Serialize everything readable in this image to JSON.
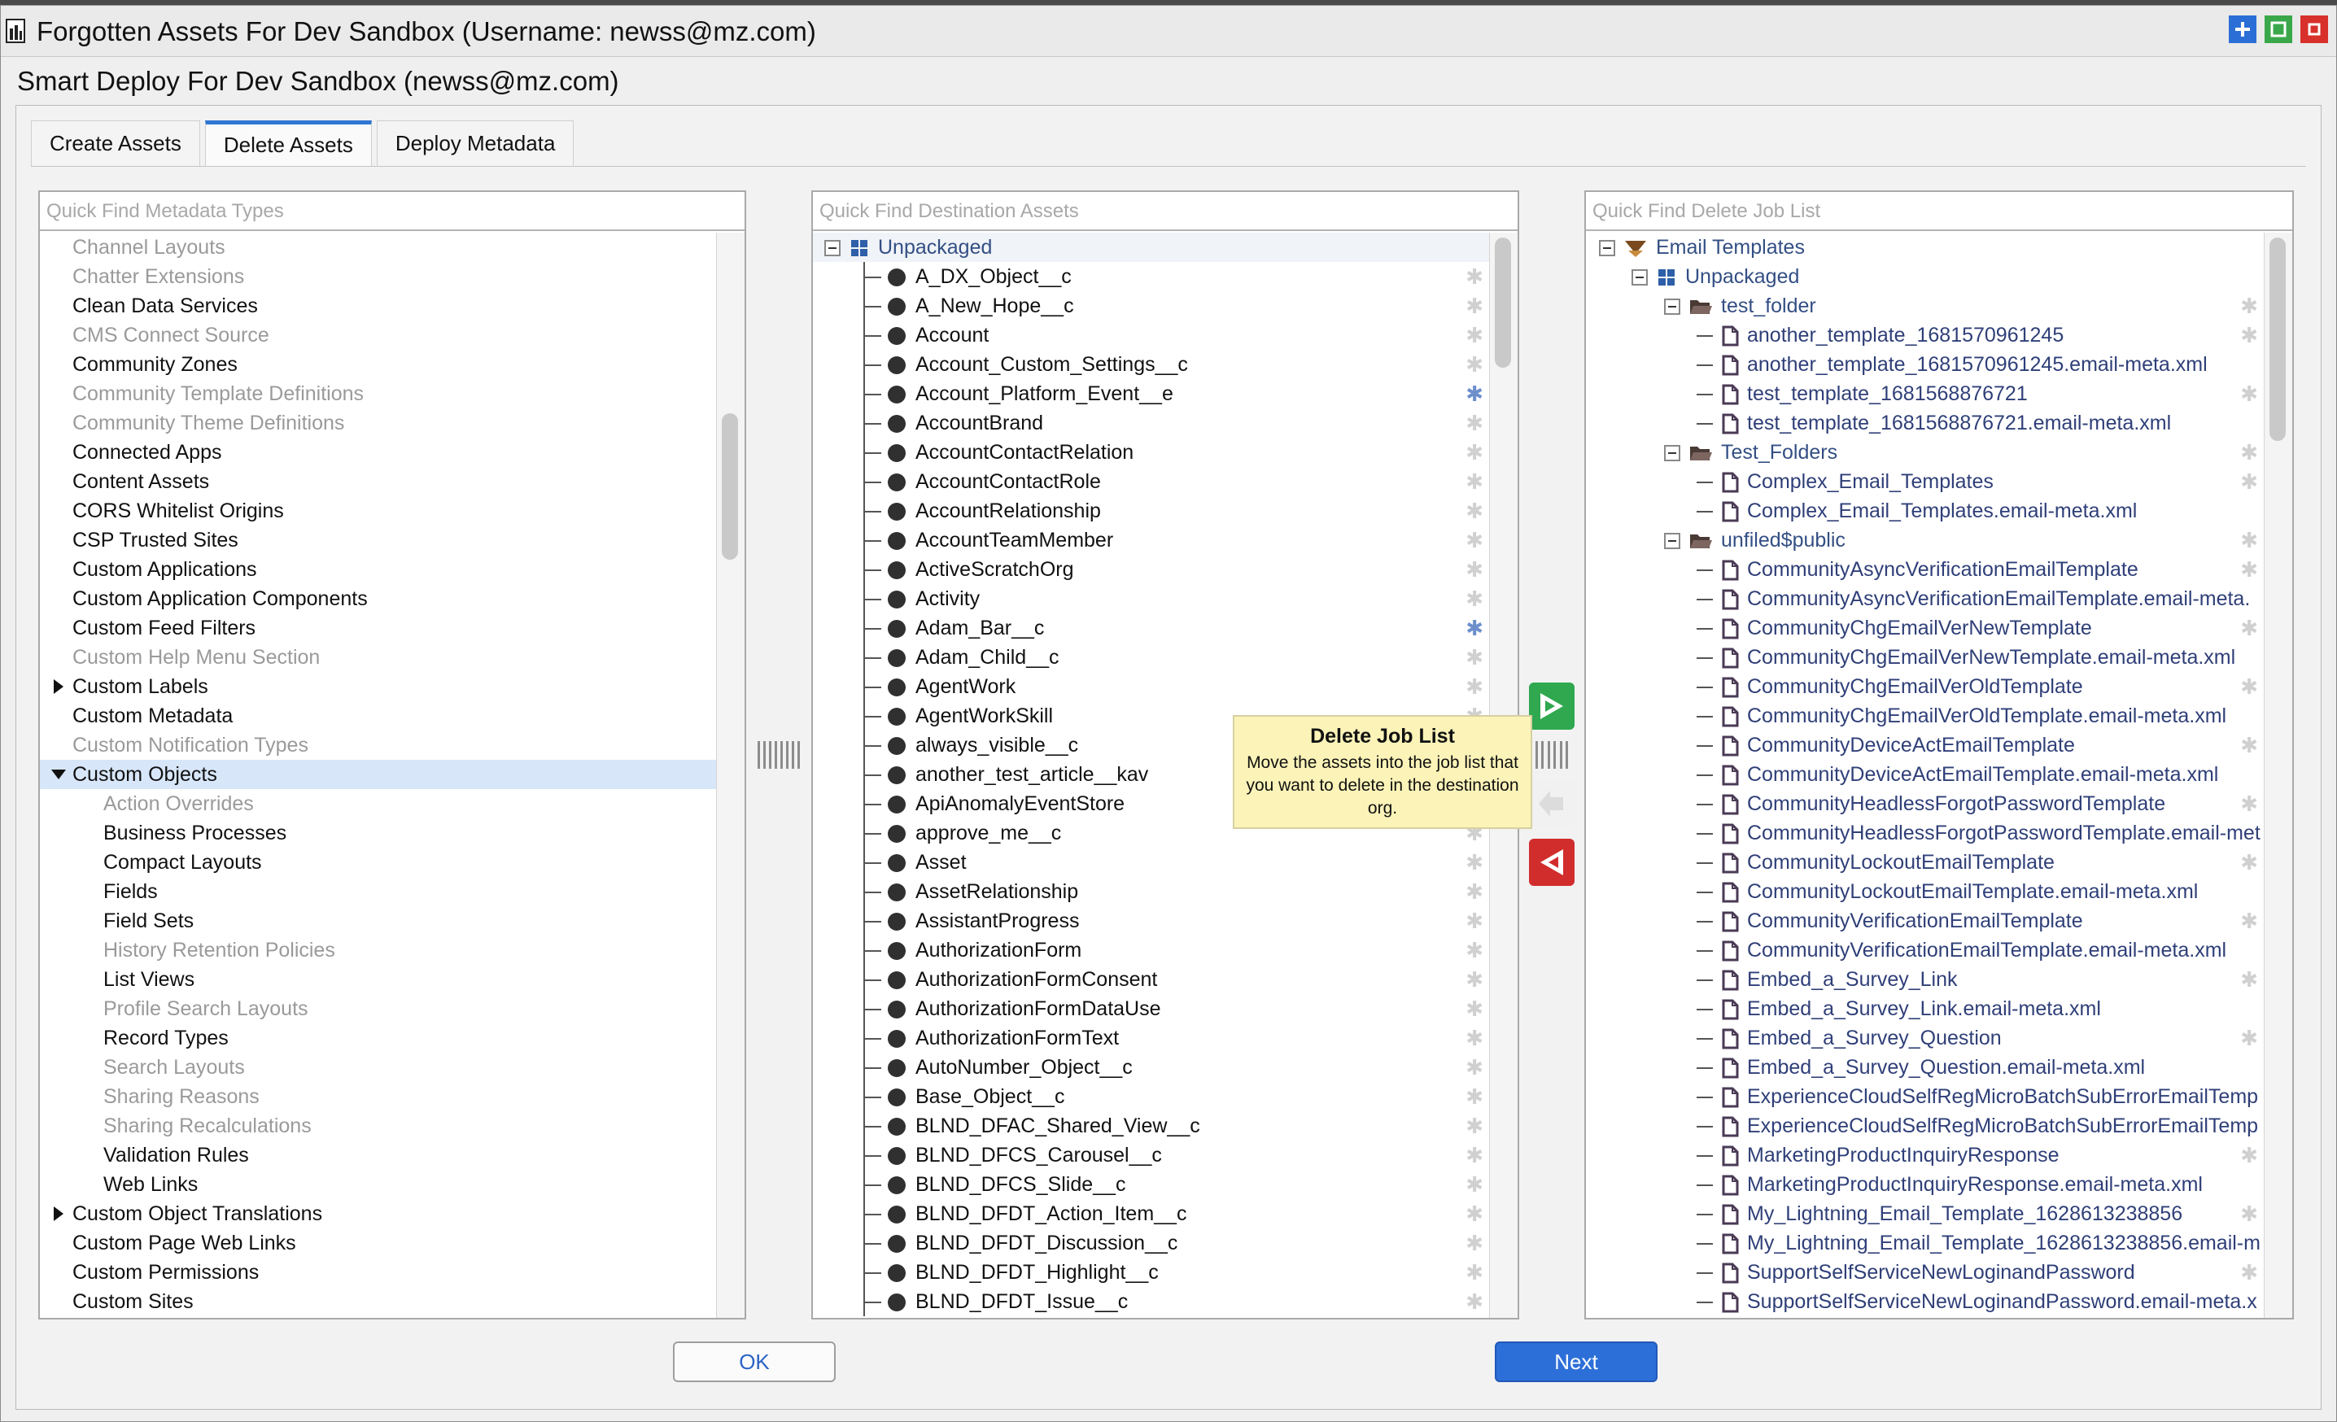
{
  "window": {
    "title": "Forgotten Assets For Dev Sandbox (Username: newss@mz.com)",
    "subtitle": "Smart Deploy For Dev Sandbox (newss@mz.com)"
  },
  "tabs": [
    {
      "label": "Create Assets",
      "active": false
    },
    {
      "label": "Delete Assets",
      "active": true
    },
    {
      "label": "Deploy Metadata",
      "active": false
    }
  ],
  "metadata_types": {
    "placeholder": "Quick Find Metadata Types",
    "items": [
      {
        "label": "Channel Layouts",
        "dim": true
      },
      {
        "label": "Chatter Extensions",
        "dim": true
      },
      {
        "label": "Clean Data Services"
      },
      {
        "label": "CMS Connect Source",
        "dim": true
      },
      {
        "label": "Community Zones"
      },
      {
        "label": "Community Template Definitions",
        "dim": true
      },
      {
        "label": "Community Theme Definitions",
        "dim": true
      },
      {
        "label": "Connected Apps"
      },
      {
        "label": "Content Assets"
      },
      {
        "label": "CORS Whitelist Origins"
      },
      {
        "label": "CSP Trusted Sites"
      },
      {
        "label": "Custom Applications"
      },
      {
        "label": "Custom Application Components"
      },
      {
        "label": "Custom Feed Filters"
      },
      {
        "label": "Custom Help Menu Section",
        "dim": true
      },
      {
        "label": "Custom Labels",
        "expander": "collapsed"
      },
      {
        "label": "Custom Metadata"
      },
      {
        "label": "Custom Notification Types",
        "dim": true
      },
      {
        "label": "Custom Objects",
        "expander": "expanded",
        "selected": true
      },
      {
        "label": "Action Overrides",
        "dim": true,
        "child": true
      },
      {
        "label": "Business Processes",
        "child": true
      },
      {
        "label": "Compact Layouts",
        "child": true
      },
      {
        "label": "Fields",
        "child": true
      },
      {
        "label": "Field Sets",
        "child": true
      },
      {
        "label": "History Retention Policies",
        "dim": true,
        "child": true
      },
      {
        "label": "List Views",
        "child": true
      },
      {
        "label": "Profile Search Layouts",
        "dim": true,
        "child": true
      },
      {
        "label": "Record Types",
        "child": true
      },
      {
        "label": "Search Layouts",
        "dim": true,
        "child": true
      },
      {
        "label": "Sharing Reasons",
        "dim": true,
        "child": true
      },
      {
        "label": "Sharing Recalculations",
        "dim": true,
        "child": true
      },
      {
        "label": "Validation Rules",
        "child": true
      },
      {
        "label": "Web Links",
        "child": true
      },
      {
        "label": "Custom Object Translations",
        "expander": "collapsed"
      },
      {
        "label": "Custom Page Web Links"
      },
      {
        "label": "Custom Permissions"
      },
      {
        "label": "Custom Sites"
      }
    ]
  },
  "destination_assets": {
    "placeholder": "Quick Find Destination Assets",
    "root": "Unpackaged",
    "items": [
      {
        "label": "A_DX_Object__c"
      },
      {
        "label": "A_New_Hope__c"
      },
      {
        "label": "Account"
      },
      {
        "label": "Account_Custom_Settings__c"
      },
      {
        "label": "Account_Platform_Event__e",
        "marked": true
      },
      {
        "label": "AccountBrand"
      },
      {
        "label": "AccountContactRelation"
      },
      {
        "label": "AccountContactRole"
      },
      {
        "label": "AccountRelationship"
      },
      {
        "label": "AccountTeamMember"
      },
      {
        "label": "ActiveScratchOrg"
      },
      {
        "label": "Activity"
      },
      {
        "label": "Adam_Bar__c",
        "marked": true
      },
      {
        "label": "Adam_Child__c"
      },
      {
        "label": "AgentWork"
      },
      {
        "label": "AgentWorkSkill"
      },
      {
        "label": "always_visible__c"
      },
      {
        "label": "another_test_article__kav"
      },
      {
        "label": "ApiAnomalyEventStore"
      },
      {
        "label": "approve_me__c"
      },
      {
        "label": "Asset"
      },
      {
        "label": "AssetRelationship"
      },
      {
        "label": "AssistantProgress"
      },
      {
        "label": "AuthorizationForm"
      },
      {
        "label": "AuthorizationFormConsent"
      },
      {
        "label": "AuthorizationFormDataUse"
      },
      {
        "label": "AuthorizationFormText"
      },
      {
        "label": "AutoNumber_Object__c"
      },
      {
        "label": "Base_Object__c"
      },
      {
        "label": "BLND_DFAC_Shared_View__c"
      },
      {
        "label": "BLND_DFCS_Carousel__c"
      },
      {
        "label": "BLND_DFCS_Slide__c"
      },
      {
        "label": "BLND_DFDT_Action_Item__c"
      },
      {
        "label": "BLND_DFDT_Discussion__c"
      },
      {
        "label": "BLND_DFDT_Highlight__c"
      },
      {
        "label": "BLND_DFDT_Issue__c"
      }
    ]
  },
  "delete_job_list": {
    "placeholder": "Quick Find Delete Job List",
    "items": [
      {
        "label": "Email Templates",
        "level": 0,
        "kind": "category",
        "expander": true
      },
      {
        "label": "Unpackaged",
        "level": 1,
        "kind": "package",
        "expander": true
      },
      {
        "label": "test_folder",
        "level": 2,
        "kind": "folder",
        "expander": true,
        "star": true
      },
      {
        "label": "another_template_1681570961245",
        "level": 3,
        "kind": "file",
        "star": true
      },
      {
        "label": "another_template_1681570961245.email-meta.xml",
        "level": 3,
        "kind": "file"
      },
      {
        "label": "test_template_1681568876721",
        "level": 3,
        "kind": "file",
        "star": true
      },
      {
        "label": "test_template_1681568876721.email-meta.xml",
        "level": 3,
        "kind": "file"
      },
      {
        "label": "Test_Folders",
        "level": 2,
        "kind": "folder",
        "expander": true,
        "star": true
      },
      {
        "label": "Complex_Email_Templates",
        "level": 3,
        "kind": "file",
        "star": true
      },
      {
        "label": "Complex_Email_Templates.email-meta.xml",
        "level": 3,
        "kind": "file"
      },
      {
        "label": "unfiled$public",
        "level": 2,
        "kind": "folder",
        "expander": true,
        "star": true
      },
      {
        "label": "CommunityAsyncVerificationEmailTemplate",
        "level": 3,
        "kind": "file",
        "star": true
      },
      {
        "label": "CommunityAsyncVerificationEmailTemplate.email-meta.",
        "level": 3,
        "kind": "file"
      },
      {
        "label": "CommunityChgEmailVerNewTemplate",
        "level": 3,
        "kind": "file",
        "star": true
      },
      {
        "label": "CommunityChgEmailVerNewTemplate.email-meta.xml",
        "level": 3,
        "kind": "file"
      },
      {
        "label": "CommunityChgEmailVerOldTemplate",
        "level": 3,
        "kind": "file",
        "star": true
      },
      {
        "label": "CommunityChgEmailVerOldTemplate.email-meta.xml",
        "level": 3,
        "kind": "file"
      },
      {
        "label": "CommunityDeviceActEmailTemplate",
        "level": 3,
        "kind": "file",
        "star": true
      },
      {
        "label": "CommunityDeviceActEmailTemplate.email-meta.xml",
        "level": 3,
        "kind": "file"
      },
      {
        "label": "CommunityHeadlessForgotPasswordTemplate",
        "level": 3,
        "kind": "file",
        "star": true
      },
      {
        "label": "CommunityHeadlessForgotPasswordTemplate.email-met",
        "level": 3,
        "kind": "file"
      },
      {
        "label": "CommunityLockoutEmailTemplate",
        "level": 3,
        "kind": "file",
        "star": true
      },
      {
        "label": "CommunityLockoutEmailTemplate.email-meta.xml",
        "level": 3,
        "kind": "file"
      },
      {
        "label": "CommunityVerificationEmailTemplate",
        "level": 3,
        "kind": "file",
        "star": true
      },
      {
        "label": "CommunityVerificationEmailTemplate.email-meta.xml",
        "level": 3,
        "kind": "file"
      },
      {
        "label": "Embed_a_Survey_Link",
        "level": 3,
        "kind": "file",
        "star": true
      },
      {
        "label": "Embed_a_Survey_Link.email-meta.xml",
        "level": 3,
        "kind": "file"
      },
      {
        "label": "Embed_a_Survey_Question",
        "level": 3,
        "kind": "file",
        "star": true
      },
      {
        "label": "Embed_a_Survey_Question.email-meta.xml",
        "level": 3,
        "kind": "file"
      },
      {
        "label": "ExperienceCloudSelfRegMicroBatchSubErrorEmailTemp",
        "level": 3,
        "kind": "file"
      },
      {
        "label": "ExperienceCloudSelfRegMicroBatchSubErrorEmailTemp",
        "level": 3,
        "kind": "file"
      },
      {
        "label": "MarketingProductInquiryResponse",
        "level": 3,
        "kind": "file",
        "star": true
      },
      {
        "label": "MarketingProductInquiryResponse.email-meta.xml",
        "level": 3,
        "kind": "file"
      },
      {
        "label": "My_Lightning_Email_Template_1628613238856",
        "level": 3,
        "kind": "file",
        "star": true
      },
      {
        "label": "My_Lightning_Email_Template_1628613238856.email-m",
        "level": 3,
        "kind": "file"
      },
      {
        "label": "SupportSelfServiceNewLoginandPassword",
        "level": 3,
        "kind": "file",
        "star": true
      },
      {
        "label": "SupportSelfServiceNewLoginandPassword.email-meta.x",
        "level": 3,
        "kind": "file"
      }
    ]
  },
  "tooltip": {
    "title": "Delete Job List",
    "body": "Move the assets into the job list that you want to delete in the destination org."
  },
  "buttons": {
    "ok": "OK",
    "next": "Next"
  }
}
